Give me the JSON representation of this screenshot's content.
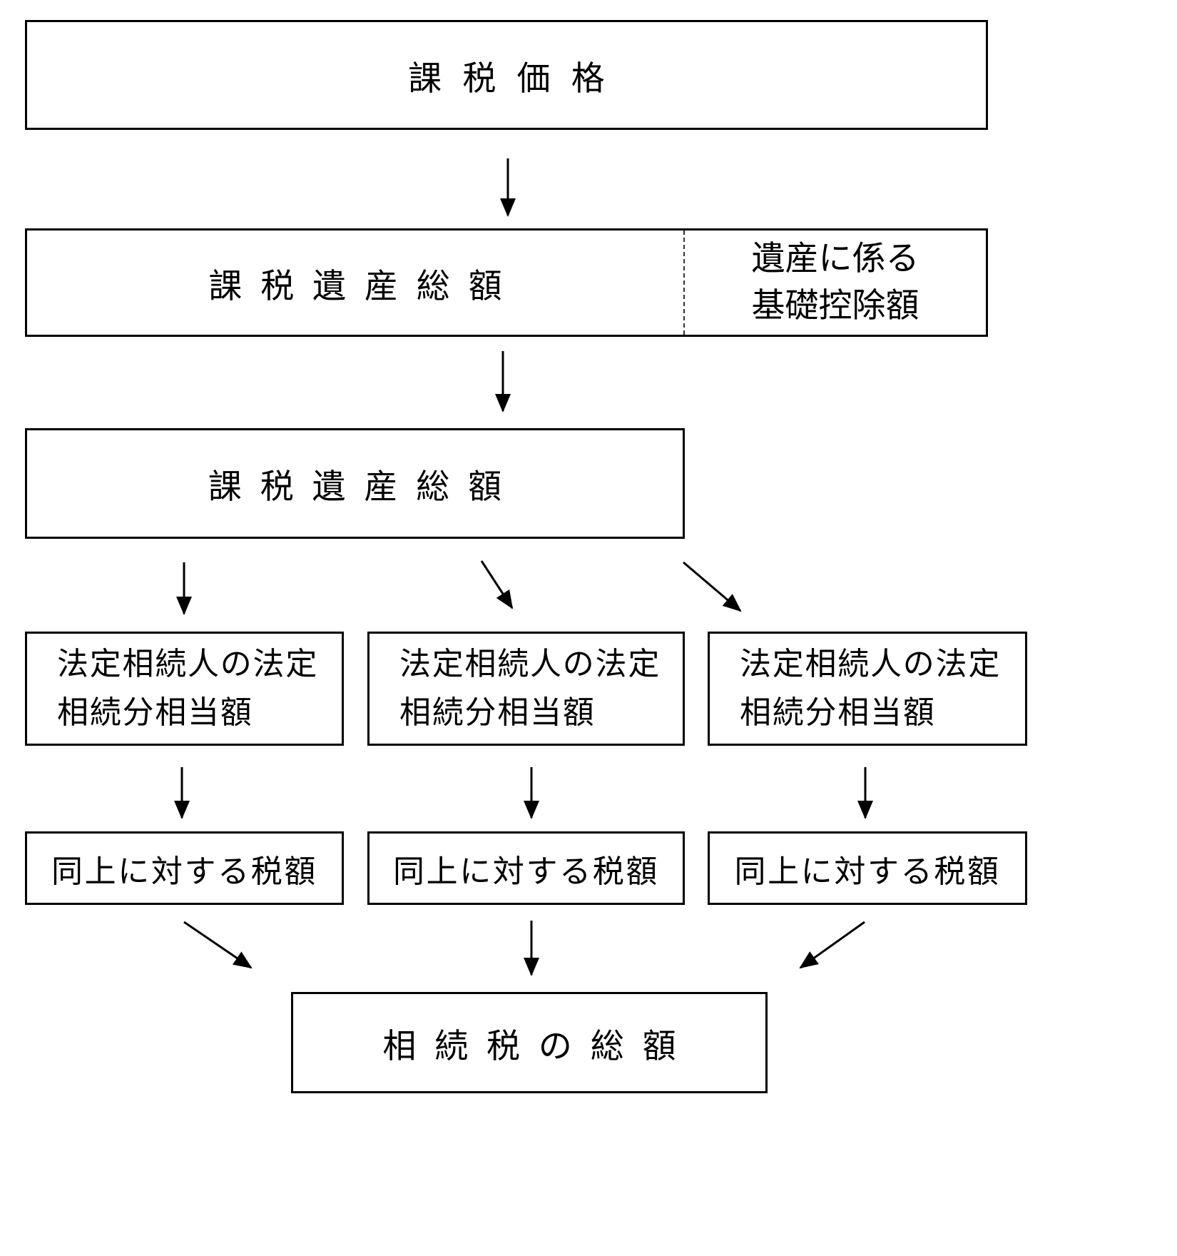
{
  "flowchart": {
    "taxable_price": {
      "label": "課税価格"
    },
    "estate_row": {
      "taxable_estate": {
        "label": "課税遺産総額"
      },
      "basic_deduction": {
        "line1": "遺産に係る",
        "line2": "基礎控除額"
      }
    },
    "taxable_estate2": {
      "label": "課税遺産総額"
    },
    "heir_share_boxes": [
      {
        "line1": "法定相続人の法定",
        "line2": "相続分相当額"
      },
      {
        "line1": "法定相続人の法定",
        "line2": "相続分相当額"
      },
      {
        "line1": "法定相続人の法定",
        "line2": "相続分相当額"
      }
    ],
    "tax_amount_boxes": [
      {
        "label": "同上に対する税額"
      },
      {
        "label": "同上に対する税額"
      },
      {
        "label": "同上に対する税額"
      }
    ],
    "total_tax": {
      "label": "相続税の総額"
    }
  },
  "colors": {
    "border": "#000000",
    "background": "#ffffff",
    "text": "#000000"
  }
}
